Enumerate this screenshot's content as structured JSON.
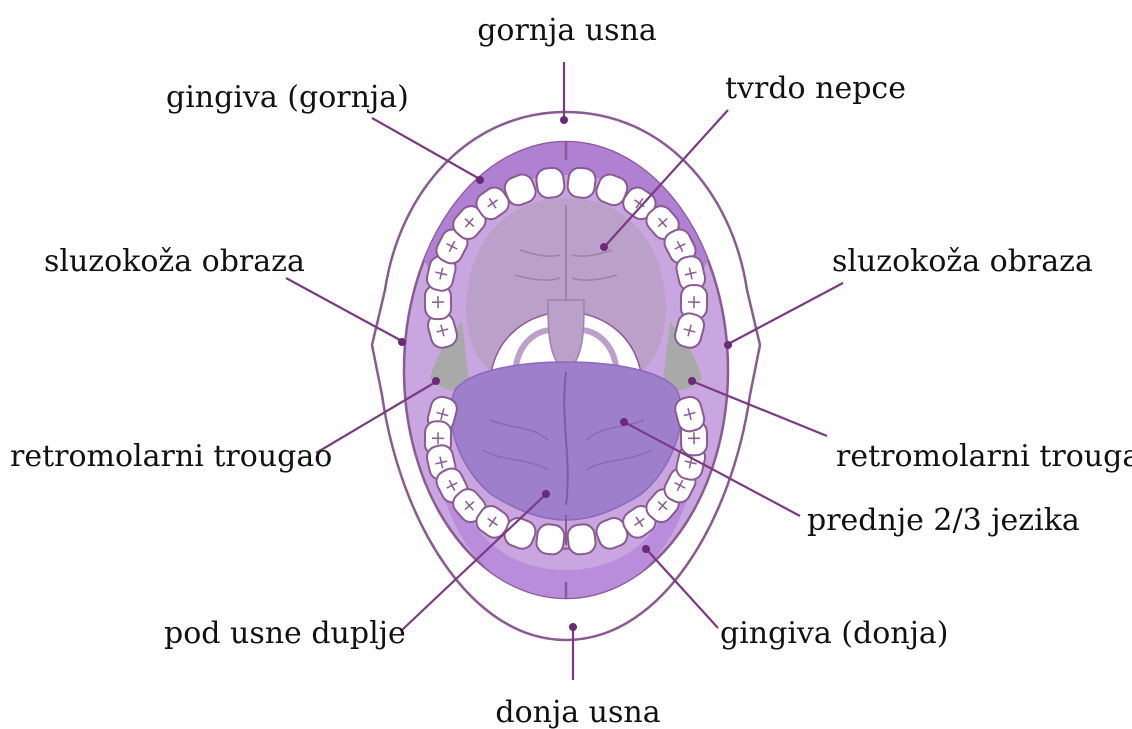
{
  "colors": {
    "outline": "#8a5a92",
    "lip_fill": "#ffffff",
    "mucosa": "#c9a6df",
    "mucosa_dark": "#b080d2",
    "palate": "#bba1c9",
    "tongue": "#9e7fcb",
    "tongue_dark": "#8b68bd",
    "floor": "#b98ddb",
    "tooth": "#ffffff",
    "retromolar": "#a9a9a9",
    "leader": "#7a3a82"
  },
  "labels": {
    "upper_lip": "gornja usna",
    "upper_gingiva": "gingiva (gornja)",
    "hard_palate": "tvrdo nepce",
    "buccal_mucosa_left": "sluzokoža obraza",
    "buccal_mucosa_right": "sluzokoža obraza",
    "retromolar_left": "retromolarni trougao",
    "retromolar_right": "retromolarni trougao",
    "anterior_tongue": "prednje 2/3 jezika",
    "floor_of_mouth": "pod usne duplje",
    "lower_gingiva": "gingiva (donja)",
    "lower_lip": "donja usna"
  }
}
